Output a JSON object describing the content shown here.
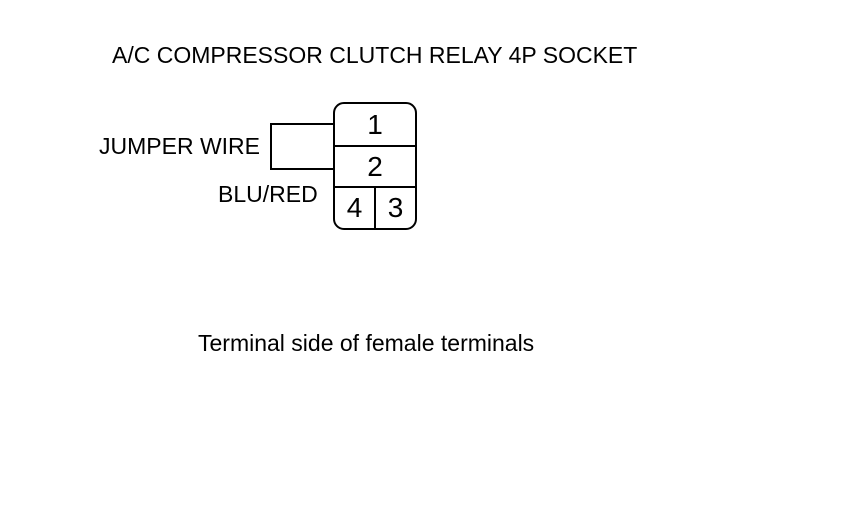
{
  "colors": {
    "background": "#ffffff",
    "line": "#000000",
    "text": "#000000"
  },
  "diagram": {
    "title": "A/C COMPRESSOR CLUTCH RELAY 4P SOCKET",
    "caption": "Terminal side of female terminals",
    "jumper_wire_label": "JUMPER WIRE",
    "wire_color_label": "BLU/RED",
    "connector": {
      "rows": [
        {
          "cells": [
            {
              "terminal": "1"
            }
          ]
        },
        {
          "cells": [
            {
              "terminal": "2"
            }
          ]
        },
        {
          "cells": [
            {
              "terminal": "4"
            },
            {
              "terminal": "3"
            }
          ]
        }
      ]
    }
  }
}
